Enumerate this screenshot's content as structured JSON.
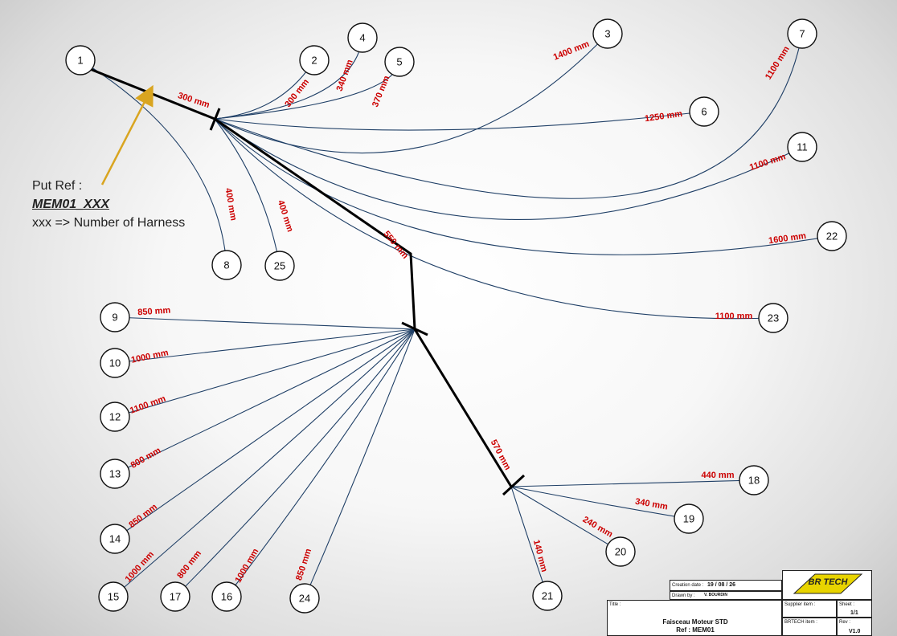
{
  "center_node": "1",
  "note": {
    "line1": "Put Ref :",
    "ref": "MEM01_XXX",
    "line3": "xxx => Number of Harness"
  },
  "trunks": [
    {
      "from": "1",
      "to": "J1",
      "length": "300 mm"
    },
    {
      "from": "J1",
      "to": "J2",
      "length": "550 mm"
    },
    {
      "from": "J2",
      "to": "J3",
      "length": "570 mm"
    }
  ],
  "branches": [
    {
      "junction": "J1",
      "node": "2",
      "length": "300 mm"
    },
    {
      "junction": "J1",
      "node": "4",
      "length": "340 mm"
    },
    {
      "junction": "J1",
      "node": "5",
      "length": "370 mm"
    },
    {
      "junction": "J1",
      "node": "3",
      "length": "1400 mm"
    },
    {
      "junction": "J1",
      "node": "7",
      "length": "1100 mm"
    },
    {
      "junction": "J1",
      "node": "6",
      "length": "1250 mm"
    },
    {
      "junction": "J1",
      "node": "11",
      "length": "1100 mm"
    },
    {
      "junction": "J1",
      "node": "22",
      "length": "1600 mm"
    },
    {
      "junction": "J1",
      "node": "23",
      "length": "1100 mm"
    },
    {
      "junction": "1",
      "node": "8",
      "length": "400 mm"
    },
    {
      "junction": "J1",
      "node": "25",
      "length": "400 mm"
    },
    {
      "junction": "J2",
      "node": "9",
      "length": "850 mm"
    },
    {
      "junction": "J2",
      "node": "10",
      "length": "1000 mm"
    },
    {
      "junction": "J2",
      "node": "12",
      "length": "1100 mm"
    },
    {
      "junction": "J2",
      "node": "13",
      "length": "800 mm"
    },
    {
      "junction": "J2",
      "node": "14",
      "length": "850 mm"
    },
    {
      "junction": "J2",
      "node": "15",
      "length": "1000 mm"
    },
    {
      "junction": "J2",
      "node": "17",
      "length": "800 mm"
    },
    {
      "junction": "J2",
      "node": "16",
      "length": "1000 mm"
    },
    {
      "junction": "J2",
      "node": "24",
      "length": "850 mm"
    },
    {
      "junction": "J3",
      "node": "18",
      "length": "440 mm"
    },
    {
      "junction": "J3",
      "node": "19",
      "length": "340 mm"
    },
    {
      "junction": "J3",
      "node": "20",
      "length": "240 mm"
    },
    {
      "junction": "J3",
      "node": "21",
      "length": "140 mm"
    }
  ],
  "colors": {
    "wire": "#1f3f66",
    "trunk": "#000000",
    "length_label": "#cc0000",
    "arrow": "#d9a520",
    "logo_yellow": "#e8d400"
  },
  "title_block": {
    "creation_date_label": "Creation date :",
    "creation_date": "19 / 08 / 26",
    "drawn_by_label": "Drawn by :",
    "drawn_by": "V. BOURDIN",
    "title_label": "Title :",
    "title_line1": "Faisceau Moteur STD",
    "title_line2": "Ref : MEM01",
    "supplier_item_label": "Supplier item :",
    "brtech_item_label": "BRTECH item :",
    "sheet_label": "Sheet :",
    "sheet": "1/1",
    "rev_label": "Rev :",
    "rev": "V1.0",
    "logo_text": "BR TECH"
  }
}
